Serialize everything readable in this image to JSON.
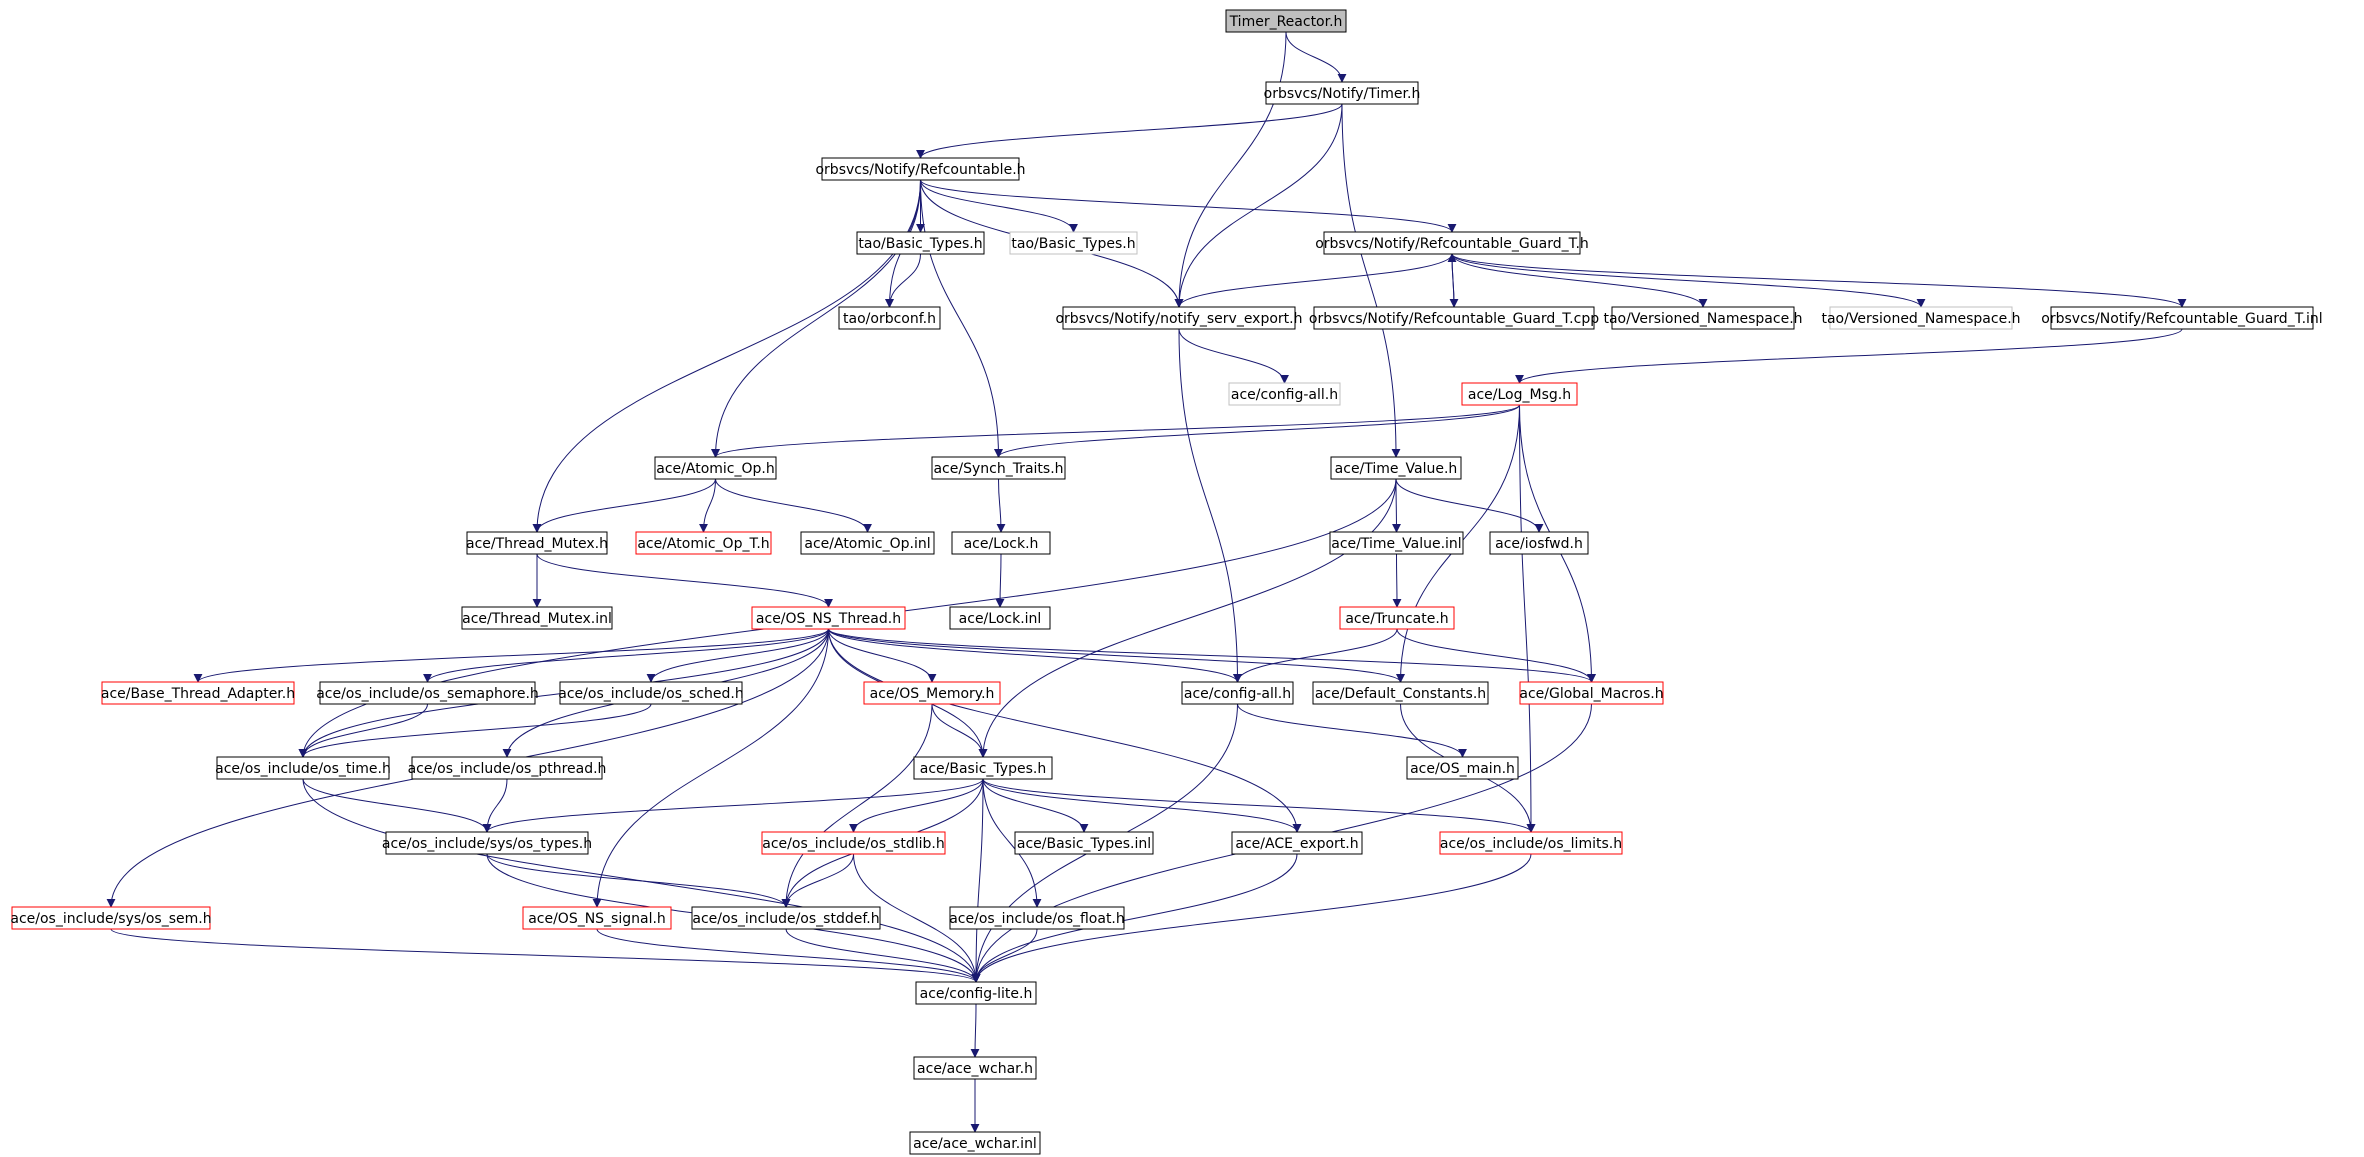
{
  "colors": {
    "edge": "#191970",
    "arrow": "#191970",
    "box_default": "#000000",
    "box_truncated": "#ff0000",
    "box_external": "#c0c0c0",
    "root_fill": "#bfbfbf"
  },
  "nodes": [
    {
      "id": "n_timer_reactor",
      "label": "Timer_Reactor.h",
      "kind": "root"
    },
    {
      "id": "n_timer",
      "label": "orbsvcs/Notify/Timer.h",
      "kind": "default"
    },
    {
      "id": "n_refcountable",
      "label": "orbsvcs/Notify/Refcountable.h",
      "kind": "default"
    },
    {
      "id": "n_tao_basic_types",
      "label": "tao/Basic_Types.h",
      "kind": "default"
    },
    {
      "id": "n_tao_basic_types_ext",
      "label": "tao/Basic_Types.h",
      "kind": "external"
    },
    {
      "id": "n_guard_h",
      "label": "orbsvcs/Notify/Refcountable_Guard_T.h",
      "kind": "default"
    },
    {
      "id": "n_orbconf",
      "label": "tao/orbconf.h",
      "kind": "default"
    },
    {
      "id": "n_serv_export",
      "label": "orbsvcs/Notify/notify_serv_export.h",
      "kind": "default"
    },
    {
      "id": "n_guard_cpp",
      "label": "orbsvcs/Notify/Refcountable_Guard_T.cpp",
      "kind": "default"
    },
    {
      "id": "n_versioned_ns",
      "label": "tao/Versioned_Namespace.h",
      "kind": "default"
    },
    {
      "id": "n_versioned_ns_ext",
      "label": "tao/Versioned_Namespace.h",
      "kind": "external"
    },
    {
      "id": "n_guard_inl",
      "label": "orbsvcs/Notify/Refcountable_Guard_T.inl",
      "kind": "default"
    },
    {
      "id": "n_config_all_ext",
      "label": "ace/config-all.h",
      "kind": "external"
    },
    {
      "id": "n_log_msg",
      "label": "ace/Log_Msg.h",
      "kind": "truncated"
    },
    {
      "id": "n_atomic_op",
      "label": "ace/Atomic_Op.h",
      "kind": "default"
    },
    {
      "id": "n_synch_traits",
      "label": "ace/Synch_Traits.h",
      "kind": "default"
    },
    {
      "id": "n_time_value",
      "label": "ace/Time_Value.h",
      "kind": "default"
    },
    {
      "id": "n_thread_mutex",
      "label": "ace/Thread_Mutex.h",
      "kind": "default"
    },
    {
      "id": "n_atomic_op_t",
      "label": "ace/Atomic_Op_T.h",
      "kind": "truncated"
    },
    {
      "id": "n_atomic_op_inl",
      "label": "ace/Atomic_Op.inl",
      "kind": "default"
    },
    {
      "id": "n_lock",
      "label": "ace/Lock.h",
      "kind": "default"
    },
    {
      "id": "n_time_value_inl",
      "label": "ace/Time_Value.inl",
      "kind": "default"
    },
    {
      "id": "n_iosfwd",
      "label": "ace/iosfwd.h",
      "kind": "default"
    },
    {
      "id": "n_thread_mutex_inl",
      "label": "ace/Thread_Mutex.inl",
      "kind": "default"
    },
    {
      "id": "n_os_ns_thread",
      "label": "ace/OS_NS_Thread.h",
      "kind": "truncated"
    },
    {
      "id": "n_lock_inl",
      "label": "ace/Lock.inl",
      "kind": "default"
    },
    {
      "id": "n_truncate",
      "label": "ace/Truncate.h",
      "kind": "truncated"
    },
    {
      "id": "n_base_thread_adapter",
      "label": "ace/Base_Thread_Adapter.h",
      "kind": "truncated"
    },
    {
      "id": "n_os_semaphore",
      "label": "ace/os_include/os_semaphore.h",
      "kind": "default"
    },
    {
      "id": "n_os_sched",
      "label": "ace/os_include/os_sched.h",
      "kind": "default"
    },
    {
      "id": "n_os_memory",
      "label": "ace/OS_Memory.h",
      "kind": "truncated"
    },
    {
      "id": "n_config_all",
      "label": "ace/config-all.h",
      "kind": "default"
    },
    {
      "id": "n_default_constants",
      "label": "ace/Default_Constants.h",
      "kind": "default"
    },
    {
      "id": "n_global_macros",
      "label": "ace/Global_Macros.h",
      "kind": "truncated"
    },
    {
      "id": "n_os_time",
      "label": "ace/os_include/os_time.h",
      "kind": "default"
    },
    {
      "id": "n_os_pthread",
      "label": "ace/os_include/os_pthread.h",
      "kind": "default"
    },
    {
      "id": "n_ace_basic_types",
      "label": "ace/Basic_Types.h",
      "kind": "default"
    },
    {
      "id": "n_os_main",
      "label": "ace/OS_main.h",
      "kind": "default"
    },
    {
      "id": "n_os_types",
      "label": "ace/os_include/sys/os_types.h",
      "kind": "default"
    },
    {
      "id": "n_os_stdlib",
      "label": "ace/os_include/os_stdlib.h",
      "kind": "truncated"
    },
    {
      "id": "n_basic_types_inl",
      "label": "ace/Basic_Types.inl",
      "kind": "default"
    },
    {
      "id": "n_ace_export",
      "label": "ace/ACE_export.h",
      "kind": "default"
    },
    {
      "id": "n_os_limits",
      "label": "ace/os_include/os_limits.h",
      "kind": "truncated"
    },
    {
      "id": "n_os_sem",
      "label": "ace/os_include/sys/os_sem.h",
      "kind": "truncated"
    },
    {
      "id": "n_os_ns_signal",
      "label": "ace/OS_NS_signal.h",
      "kind": "truncated"
    },
    {
      "id": "n_os_stddef",
      "label": "ace/os_include/os_stddef.h",
      "kind": "default"
    },
    {
      "id": "n_os_float",
      "label": "ace/os_include/os_float.h",
      "kind": "default"
    },
    {
      "id": "n_config_lite",
      "label": "ace/config-lite.h",
      "kind": "default"
    },
    {
      "id": "n_ace_wchar",
      "label": "ace/ace_wchar.h",
      "kind": "default"
    },
    {
      "id": "n_ace_wchar_inl",
      "label": "ace/ace_wchar.inl",
      "kind": "default"
    }
  ],
  "edges": [
    [
      "n_timer_reactor",
      "n_timer"
    ],
    [
      "n_timer_reactor",
      "n_serv_export"
    ],
    [
      "n_timer",
      "n_refcountable"
    ],
    [
      "n_timer",
      "n_serv_export"
    ],
    [
      "n_timer",
      "n_time_value"
    ],
    [
      "n_refcountable",
      "n_tao_basic_types"
    ],
    [
      "n_refcountable",
      "n_tao_basic_types_ext"
    ],
    [
      "n_refcountable",
      "n_guard_h"
    ],
    [
      "n_refcountable",
      "n_orbconf"
    ],
    [
      "n_refcountable",
      "n_serv_export"
    ],
    [
      "n_refcountable",
      "n_atomic_op"
    ],
    [
      "n_refcountable",
      "n_synch_traits"
    ],
    [
      "n_refcountable",
      "n_thread_mutex"
    ],
    [
      "n_tao_basic_types",
      "n_orbconf"
    ],
    [
      "n_guard_h",
      "n_serv_export"
    ],
    [
      "n_guard_h",
      "n_guard_cpp"
    ],
    [
      "n_guard_h",
      "n_versioned_ns"
    ],
    [
      "n_guard_h",
      "n_versioned_ns_ext"
    ],
    [
      "n_guard_h",
      "n_guard_inl"
    ],
    [
      "n_guard_cpp",
      "n_guard_h"
    ],
    [
      "n_guard_inl",
      "n_log_msg"
    ],
    [
      "n_serv_export",
      "n_config_all_ext"
    ],
    [
      "n_serv_export",
      "n_config_all"
    ],
    [
      "n_log_msg",
      "n_atomic_op"
    ],
    [
      "n_log_msg",
      "n_synch_traits"
    ],
    [
      "n_log_msg",
      "n_default_constants"
    ],
    [
      "n_log_msg",
      "n_global_macros"
    ],
    [
      "n_log_msg",
      "n_os_limits"
    ],
    [
      "n_atomic_op",
      "n_thread_mutex"
    ],
    [
      "n_atomic_op",
      "n_atomic_op_t"
    ],
    [
      "n_atomic_op",
      "n_atomic_op_inl"
    ],
    [
      "n_synch_traits",
      "n_lock"
    ],
    [
      "n_lock",
      "n_lock_inl"
    ],
    [
      "n_time_value",
      "n_time_value_inl"
    ],
    [
      "n_time_value",
      "n_iosfwd"
    ],
    [
      "n_time_value",
      "n_ace_basic_types"
    ],
    [
      "n_time_value",
      "n_os_time"
    ],
    [
      "n_time_value_inl",
      "n_truncate"
    ],
    [
      "n_truncate",
      "n_config_all"
    ],
    [
      "n_truncate",
      "n_global_macros"
    ],
    [
      "n_thread_mutex",
      "n_thread_mutex_inl"
    ],
    [
      "n_thread_mutex",
      "n_os_ns_thread"
    ],
    [
      "n_os_ns_thread",
      "n_base_thread_adapter"
    ],
    [
      "n_os_ns_thread",
      "n_os_semaphore"
    ],
    [
      "n_os_ns_thread",
      "n_os_sched"
    ],
    [
      "n_os_ns_thread",
      "n_os_memory"
    ],
    [
      "n_os_ns_thread",
      "n_config_all"
    ],
    [
      "n_os_ns_thread",
      "n_default_constants"
    ],
    [
      "n_os_ns_thread",
      "n_global_macros"
    ],
    [
      "n_os_ns_thread",
      "n_os_time"
    ],
    [
      "n_os_ns_thread",
      "n_os_pthread"
    ],
    [
      "n_os_ns_thread",
      "n_ace_basic_types"
    ],
    [
      "n_os_ns_thread",
      "n_ace_export"
    ],
    [
      "n_os_ns_thread",
      "n_os_ns_signal"
    ],
    [
      "n_os_ns_thread",
      "n_os_sem"
    ],
    [
      "n_os_semaphore",
      "n_os_time"
    ],
    [
      "n_os_sched",
      "n_os_time"
    ],
    [
      "n_os_memory",
      "n_ace_basic_types"
    ],
    [
      "n_os_memory",
      "n_os_stddef"
    ],
    [
      "n_config_all",
      "n_os_main"
    ],
    [
      "n_config_all",
      "n_config_lite"
    ],
    [
      "n_default_constants",
      "n_os_limits"
    ],
    [
      "n_global_macros",
      "n_config_lite"
    ],
    [
      "n_os_time",
      "n_os_types"
    ],
    [
      "n_os_time",
      "n_config_lite"
    ],
    [
      "n_os_pthread",
      "n_os_types"
    ],
    [
      "n_ace_basic_types",
      "n_os_types"
    ],
    [
      "n_ace_basic_types",
      "n_os_stdlib"
    ],
    [
      "n_ace_basic_types",
      "n_basic_types_inl"
    ],
    [
      "n_ace_basic_types",
      "n_ace_export"
    ],
    [
      "n_ace_basic_types",
      "n_os_limits"
    ],
    [
      "n_ace_basic_types",
      "n_os_float"
    ],
    [
      "n_ace_basic_types",
      "n_os_stddef"
    ],
    [
      "n_ace_basic_types",
      "n_config_lite"
    ],
    [
      "n_os_types",
      "n_os_stddef"
    ],
    [
      "n_os_types",
      "n_config_lite"
    ],
    [
      "n_os_stdlib",
      "n_os_stddef"
    ],
    [
      "n_os_stdlib",
      "n_config_lite"
    ],
    [
      "n_ace_export",
      "n_config_lite"
    ],
    [
      "n_os_limits",
      "n_config_lite"
    ],
    [
      "n_os_sem",
      "n_config_lite"
    ],
    [
      "n_os_ns_signal",
      "n_config_lite"
    ],
    [
      "n_os_stddef",
      "n_config_lite"
    ],
    [
      "n_os_float",
      "n_config_lite"
    ],
    [
      "n_config_lite",
      "n_ace_wchar"
    ],
    [
      "n_ace_wchar",
      "n_ace_wchar_inl"
    ]
  ]
}
